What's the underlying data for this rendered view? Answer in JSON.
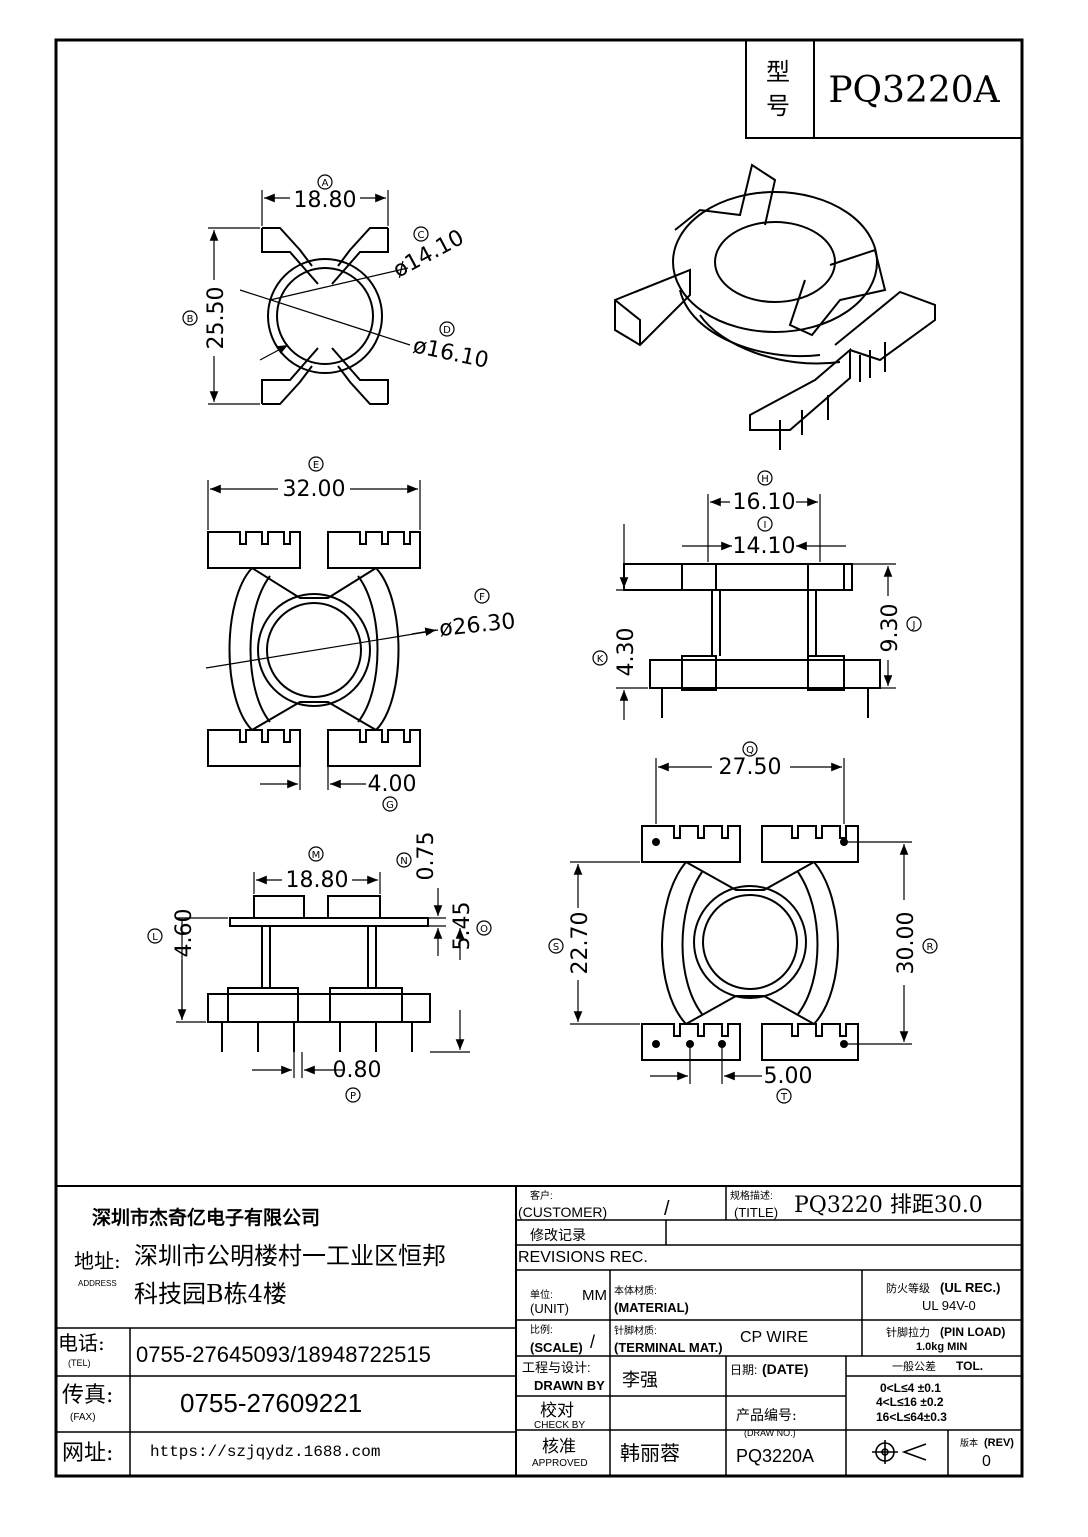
{
  "model": {
    "label_top": "型",
    "label_bottom": "号",
    "value": "PQ3220A"
  },
  "dims": {
    "a": "18.80",
    "b": "25.50",
    "c": "ø14.10",
    "d": "ø16.10",
    "e": "32.00",
    "f": "ø26.30",
    "g": "4.00",
    "h": "16.10",
    "i": "14.10",
    "j": "9.30",
    "k": "4.30",
    "l": "4.60",
    "m": "18.80",
    "n": "0.75",
    "o": "5.45",
    "p": "0.80",
    "q": "27.50",
    "r": "30.00",
    "s": "22.70",
    "t": "5.00"
  },
  "markers": {
    "a": "A",
    "b": "B",
    "c": "C",
    "d": "D",
    "e": "E",
    "f": "F",
    "g": "G",
    "h": "H",
    "i": "I",
    "j": "J",
    "k": "K",
    "l": "L",
    "m": "M",
    "n": "N",
    "o": "O",
    "p": "P",
    "q": "Q",
    "r": "R",
    "s": "S",
    "t": "T"
  },
  "company": {
    "name": "深圳市杰奇亿电子有限公司",
    "address_label": "地址:",
    "address_label_en": "ADDRESS",
    "address_line1": "深圳市公明楼村一工业区恒邦",
    "address_line2": "科技园B栋4楼",
    "tel_label": "电话:",
    "tel_label_en": "(TEL)",
    "tel_value": "0755-27645093/18948722515",
    "fax_label": "传真:",
    "fax_label_en": "(FAX)",
    "fax_value": "0755-27609221",
    "web_label": "网址:",
    "web_value": "https://szjqydz.1688.com"
  },
  "title_block": {
    "customer_cn": "客户:",
    "customer_en": "(CUSTOMER)",
    "customer_value": "/",
    "title_cn": "规格描述:",
    "title_en": "(TITLE)",
    "title_value": "PQ3220 排距30.0",
    "revisions_cn": "修改记录",
    "revisions_en": "REVISIONS REC.",
    "unit_cn": "单位:",
    "unit_en": "(UNIT)",
    "unit_value": "MM",
    "material_cn": "本体材质:",
    "material_en": "(MATERIAL)",
    "ul_cn": "防火等级",
    "ul_en": "(UL REC.)",
    "ul_value": "UL 94V-0",
    "scale_cn": "比例:",
    "scale_en": "(SCALE)",
    "scale_value": "/",
    "terminal_cn": "针脚材质:",
    "terminal_en": "(TERMINAL MAT.)",
    "terminal_value": "CP WIRE",
    "pinload_cn": "针脚拉力",
    "pinload_en": "(PIN LOAD)",
    "pinload_value": "1.0kg MIN",
    "drawn_cn": "工程与设计:",
    "drawn_en": "DRAWN BY",
    "drawn_value": "李强",
    "date_cn": "日期:",
    "date_en": "(DATE)",
    "tol_cn": "一般公差",
    "tol_en": "TOL.",
    "tol_1": "0<L≤4  ±0.1",
    "tol_2": "4<L≤16  ±0.2",
    "tol_3": "16<L≤64±0.3",
    "check_cn": "校对",
    "check_en": "CHECK BY",
    "drawno_cn": "产品编号:",
    "drawno_en": "(DRAW NO.)",
    "drawno_value": "PQ3220A",
    "approved_cn": "核准",
    "approved_en": "APPROVED",
    "approved_value": "韩丽蓉",
    "rev_cn": "版本",
    "rev_en": "(REV)",
    "rev_value": "0"
  }
}
